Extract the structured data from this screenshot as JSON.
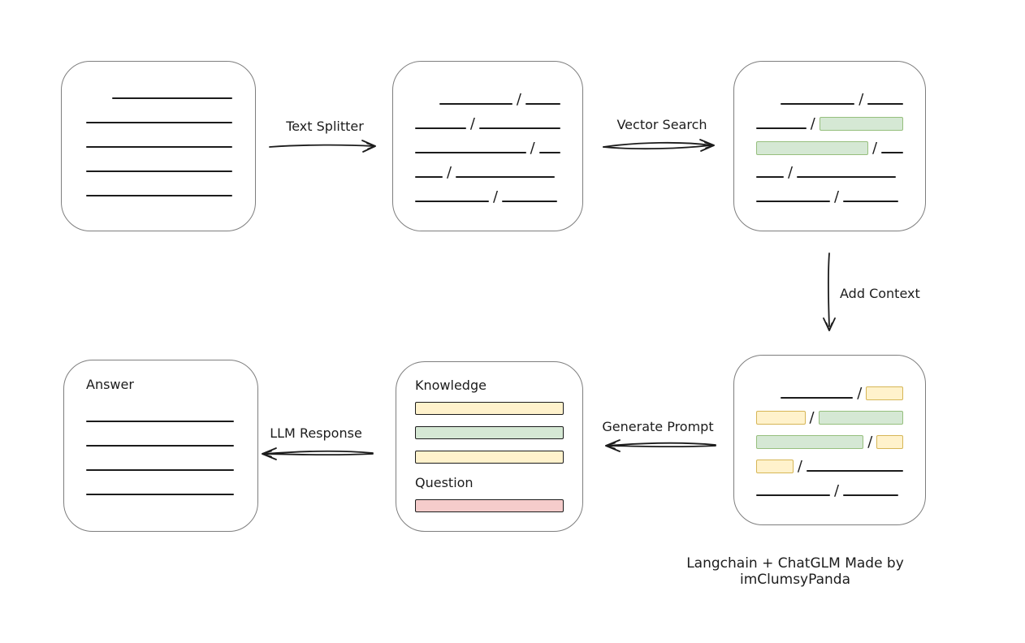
{
  "diagram": {
    "arrows": {
      "text_splitter": {
        "label": "Text Splitter"
      },
      "vector_search": {
        "label": "Vector Search"
      },
      "add_context": {
        "label": "Add Context"
      },
      "generate_prompt": {
        "label": "Generate Prompt"
      },
      "llm_response": {
        "label": "LLM Response"
      }
    },
    "boxes": {
      "source_document": {
        "lines": [
          {
            "ml": 32,
            "w": 148
          },
          {
            "ml": 0,
            "w": 180
          },
          {
            "ml": 0,
            "w": 180
          },
          {
            "ml": 0,
            "w": 180
          },
          {
            "ml": 0,
            "w": 180
          }
        ]
      },
      "split_chunks": {
        "rows": [
          {
            "ml": 30,
            "segs": [
              {
                "t": "line",
                "w": 92
              },
              {
                "t": "slash"
              },
              {
                "t": "line",
                "w": 44
              }
            ]
          },
          {
            "ml": 0,
            "segs": [
              {
                "t": "line",
                "w": 64
              },
              {
                "t": "slash"
              },
              {
                "t": "line",
                "w": 102
              }
            ]
          },
          {
            "ml": 0,
            "segs": [
              {
                "t": "line",
                "w": 140
              },
              {
                "t": "slash"
              },
              {
                "t": "line",
                "w": 27
              }
            ]
          },
          {
            "ml": 0,
            "segs": [
              {
                "t": "line",
                "w": 34
              },
              {
                "t": "slash"
              },
              {
                "t": "line",
                "w": 122
              }
            ]
          },
          {
            "ml": 0,
            "segs": [
              {
                "t": "line",
                "w": 91
              },
              {
                "t": "slash"
              },
              {
                "t": "line",
                "w": 68
              }
            ]
          }
        ]
      },
      "matched_chunks": {
        "rows": [
          {
            "ml": 30,
            "segs": [
              {
                "t": "line",
                "w": 92
              },
              {
                "t": "slash"
              },
              {
                "t": "line",
                "w": 44
              }
            ]
          },
          {
            "ml": 0,
            "segs": [
              {
                "t": "line",
                "w": 64
              },
              {
                "t": "slash"
              },
              {
                "t": "green",
                "w": 107
              }
            ]
          },
          {
            "ml": 0,
            "segs": [
              {
                "t": "green",
                "w": 138
              },
              {
                "t": "slash"
              },
              {
                "t": "line",
                "w": 27
              }
            ]
          },
          {
            "ml": 0,
            "segs": [
              {
                "t": "line",
                "w": 34
              },
              {
                "t": "slash"
              },
              {
                "t": "line",
                "w": 122
              }
            ]
          },
          {
            "ml": 0,
            "segs": [
              {
                "t": "line",
                "w": 91
              },
              {
                "t": "slash"
              },
              {
                "t": "line",
                "w": 68
              }
            ]
          }
        ]
      },
      "context_chunks": {
        "rows": [
          {
            "ml": 30,
            "segs": [
              {
                "t": "line",
                "w": 92
              },
              {
                "t": "slash"
              },
              {
                "t": "yellow",
                "w": 47
              }
            ]
          },
          {
            "ml": 0,
            "segs": [
              {
                "t": "yellow",
                "w": 62
              },
              {
                "t": "slash"
              },
              {
                "t": "green",
                "w": 107
              }
            ]
          },
          {
            "ml": 0,
            "segs": [
              {
                "t": "green",
                "w": 138
              },
              {
                "t": "slash"
              },
              {
                "t": "yellow",
                "w": 34
              }
            ]
          },
          {
            "ml": 0,
            "segs": [
              {
                "t": "yellow",
                "w": 47
              },
              {
                "t": "slash"
              },
              {
                "t": "line",
                "w": 122
              }
            ]
          },
          {
            "ml": 0,
            "segs": [
              {
                "t": "line",
                "w": 91
              },
              {
                "t": "slash"
              },
              {
                "t": "line",
                "w": 68
              }
            ]
          }
        ]
      },
      "prompt": {
        "knowledge_label": "Knowledge",
        "knowledge_bars": [
          "yellow",
          "green",
          "yellow"
        ],
        "question_label": "Question",
        "question_bars": [
          "red"
        ]
      },
      "answer": {
        "title": "Answer",
        "lines": [
          {
            "ml": 0,
            "w": 182
          },
          {
            "ml": 0,
            "w": 182
          },
          {
            "ml": 0,
            "w": 182
          },
          {
            "ml": 0,
            "w": 182
          }
        ]
      }
    },
    "footer": "Langchain + ChatGLM Made by imClumsyPanda",
    "colors": {
      "ink": "#1c1c1c",
      "box_border": "#7e7e7e",
      "green_fill": "#d5e8d4",
      "green_stroke": "#96bf7d",
      "yellow_fill": "#fff2cc",
      "yellow_stroke": "#d6b656",
      "red_fill": "#f5cccb",
      "red_stroke": "#bb5b56"
    }
  }
}
